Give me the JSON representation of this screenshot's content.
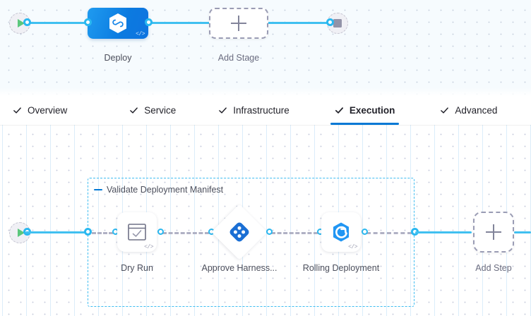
{
  "stage_pipeline": {
    "start_node": {
      "name": "start-node",
      "icon": "play-icon"
    },
    "end_node": {
      "name": "end-node",
      "icon": "stop-icon"
    },
    "stage": {
      "label": "Deploy",
      "icon": "harness-hexagon-icon",
      "badge": "</>"
    },
    "add_stage": {
      "label": "Add Stage",
      "icon": "plus-icon"
    }
  },
  "tabs": [
    {
      "label": "Overview",
      "active": false,
      "check": true
    },
    {
      "label": "Service",
      "active": false,
      "check": true
    },
    {
      "label": "Infrastructure",
      "active": false,
      "check": true
    },
    {
      "label": "Execution",
      "active": true,
      "check": true
    },
    {
      "label": "Advanced",
      "active": false,
      "check": true
    }
  ],
  "execution": {
    "start_node": {
      "name": "execution-start-node",
      "icon": "play-icon"
    },
    "group": {
      "title": "Validate Deployment Manifest",
      "collapse_icon": "minus-icon"
    },
    "steps": [
      {
        "label": "Dry Run",
        "icon": "approval-window-icon",
        "badge": "</>",
        "shape": "square"
      },
      {
        "label": "Approve Harness...",
        "icon": "harness-approval-diamond-icon",
        "badge": "",
        "shape": "diamond"
      },
      {
        "label": "Rolling Deployment",
        "icon": "rolling-deployment-icon",
        "badge": "</>",
        "shape": "square"
      }
    ],
    "add_step": {
      "label": "Add Step",
      "icon": "plus-icon"
    }
  },
  "colors": {
    "accent_blue": "#0278d5",
    "link_blue": "#40c0f0",
    "stage_blue": "#0b7ae0",
    "dashed_grey": "#9a9cb4",
    "play_green": "#5bc77c",
    "group_border": "#3fbdf1"
  }
}
